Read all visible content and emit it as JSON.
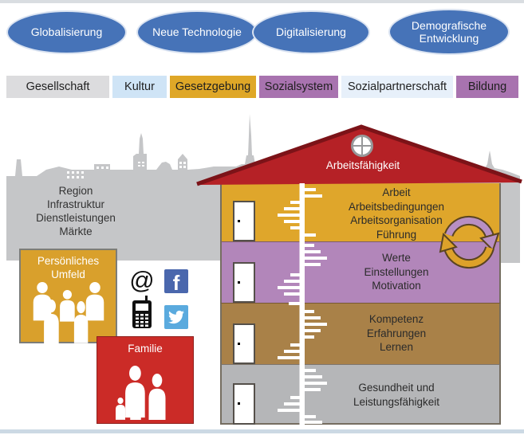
{
  "drivers": {
    "color": "#4673b8",
    "items": [
      {
        "label": "Globalisierung"
      },
      {
        "label": "Neue Technologie"
      },
      {
        "label": "Digitalisierung"
      },
      {
        "label": "Demografische Entwicklung"
      }
    ]
  },
  "context_bar": {
    "items": [
      {
        "label": "Gesellschaft",
        "color": "#dcdcde"
      },
      {
        "label": "Kultur",
        "color": "#cfe4f6"
      },
      {
        "label": "Gesetzgebung",
        "color": "#dfa727"
      },
      {
        "label": "Sozialsystem",
        "color": "#a873af"
      },
      {
        "label": "Sozialpartnerschaft",
        "color": "#e7f0fa"
      },
      {
        "label": "Bildung",
        "color": "#a873af"
      }
    ]
  },
  "environment": {
    "lines": [
      "Region",
      "Infrastruktur",
      "Dienstleistungen",
      "Märkte"
    ]
  },
  "house": {
    "roof": {
      "label": "Arbeitsfähigkeit",
      "color": "#b52126"
    },
    "floors": [
      {
        "name": "arbeit",
        "color": "#dfa62b",
        "lines": [
          "Arbeit",
          "Arbeitsbedingungen",
          "Arbeitsorganisation",
          "Führung"
        ]
      },
      {
        "name": "werte",
        "color": "#b286ba",
        "lines": [
          "Werte",
          "Einstellungen",
          "Motivation"
        ]
      },
      {
        "name": "kompetenz",
        "color": "#a98148",
        "lines": [
          "Kompetenz",
          "Erfahrungen",
          "Lernen"
        ]
      },
      {
        "name": "gesundheit",
        "color": "#b5b6b8",
        "lines": [
          "Gesundheit und",
          "Leistungsfähigkeit"
        ]
      }
    ]
  },
  "personal_environment": {
    "line1": "Persönliches",
    "line2": "Umfeld",
    "color": "#d9a02c"
  },
  "family": {
    "label": "Familie",
    "color": "#cb2b27"
  },
  "media": {
    "at_symbol": "@",
    "facebook_letter": "f"
  }
}
